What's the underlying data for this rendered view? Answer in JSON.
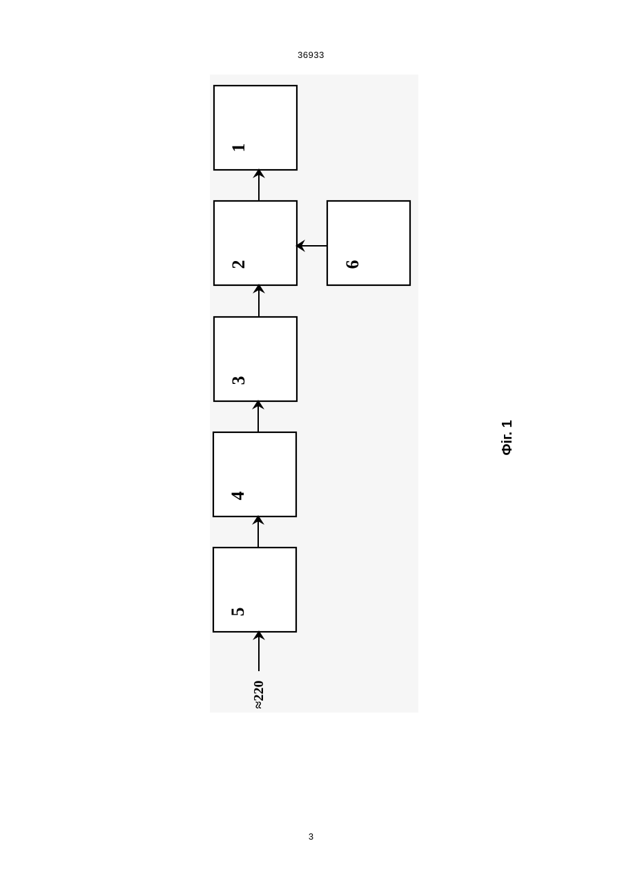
{
  "document": {
    "patent_number": "36933",
    "page_number": "3"
  },
  "diagram": {
    "blocks": [
      {
        "id": "1",
        "label": "1"
      },
      {
        "id": "2",
        "label": "2"
      },
      {
        "id": "3",
        "label": "3"
      },
      {
        "id": "4",
        "label": "4"
      },
      {
        "id": "5",
        "label": "5"
      },
      {
        "id": "6",
        "label": "6"
      }
    ],
    "edges": [
      {
        "from": "input",
        "to": "5"
      },
      {
        "from": "5",
        "to": "4"
      },
      {
        "from": "4",
        "to": "3"
      },
      {
        "from": "3",
        "to": "2"
      },
      {
        "from": "2",
        "to": "1"
      },
      {
        "from": "6",
        "to": "2"
      }
    ],
    "input_label": "≈220",
    "figure_caption": "Фіг. 1"
  }
}
